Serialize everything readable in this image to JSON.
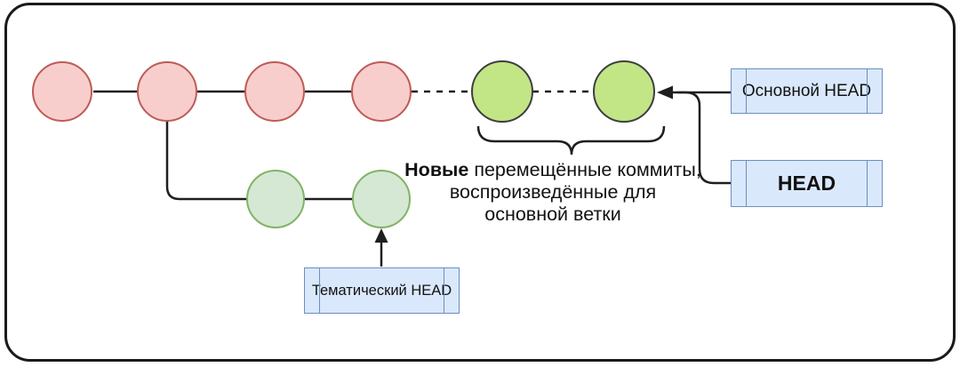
{
  "colors": {
    "background": "#ffffff",
    "canvas_border": "#1a1a1a",
    "line": "#1f1f1f",
    "text": "#111111",
    "old_commit_fill": "#f8cecc",
    "old_commit_stroke": "#bd5b56",
    "new_commit_fill": "#c2e586",
    "new_commit_stroke": "#3d3d3d",
    "topic_commit_fill": "#d5e8d4",
    "topic_commit_stroke": "#82b366",
    "label_box_fill": "#dae8fc",
    "label_box_stroke": "#6c8ebf"
  },
  "labels": {
    "main_head": "Основной HEAD",
    "head": "HEAD",
    "topic_head": "Тематический HEAD"
  },
  "caption": {
    "bold_word": "Новые",
    "line1_rest": " перемещённые коммиты,",
    "line2": "воспроизведённые для",
    "line3": "основной ветки"
  },
  "diagram": {
    "old_main_commit_count": 4,
    "rebased_commit_count": 2,
    "topic_commit_count": 2
  }
}
